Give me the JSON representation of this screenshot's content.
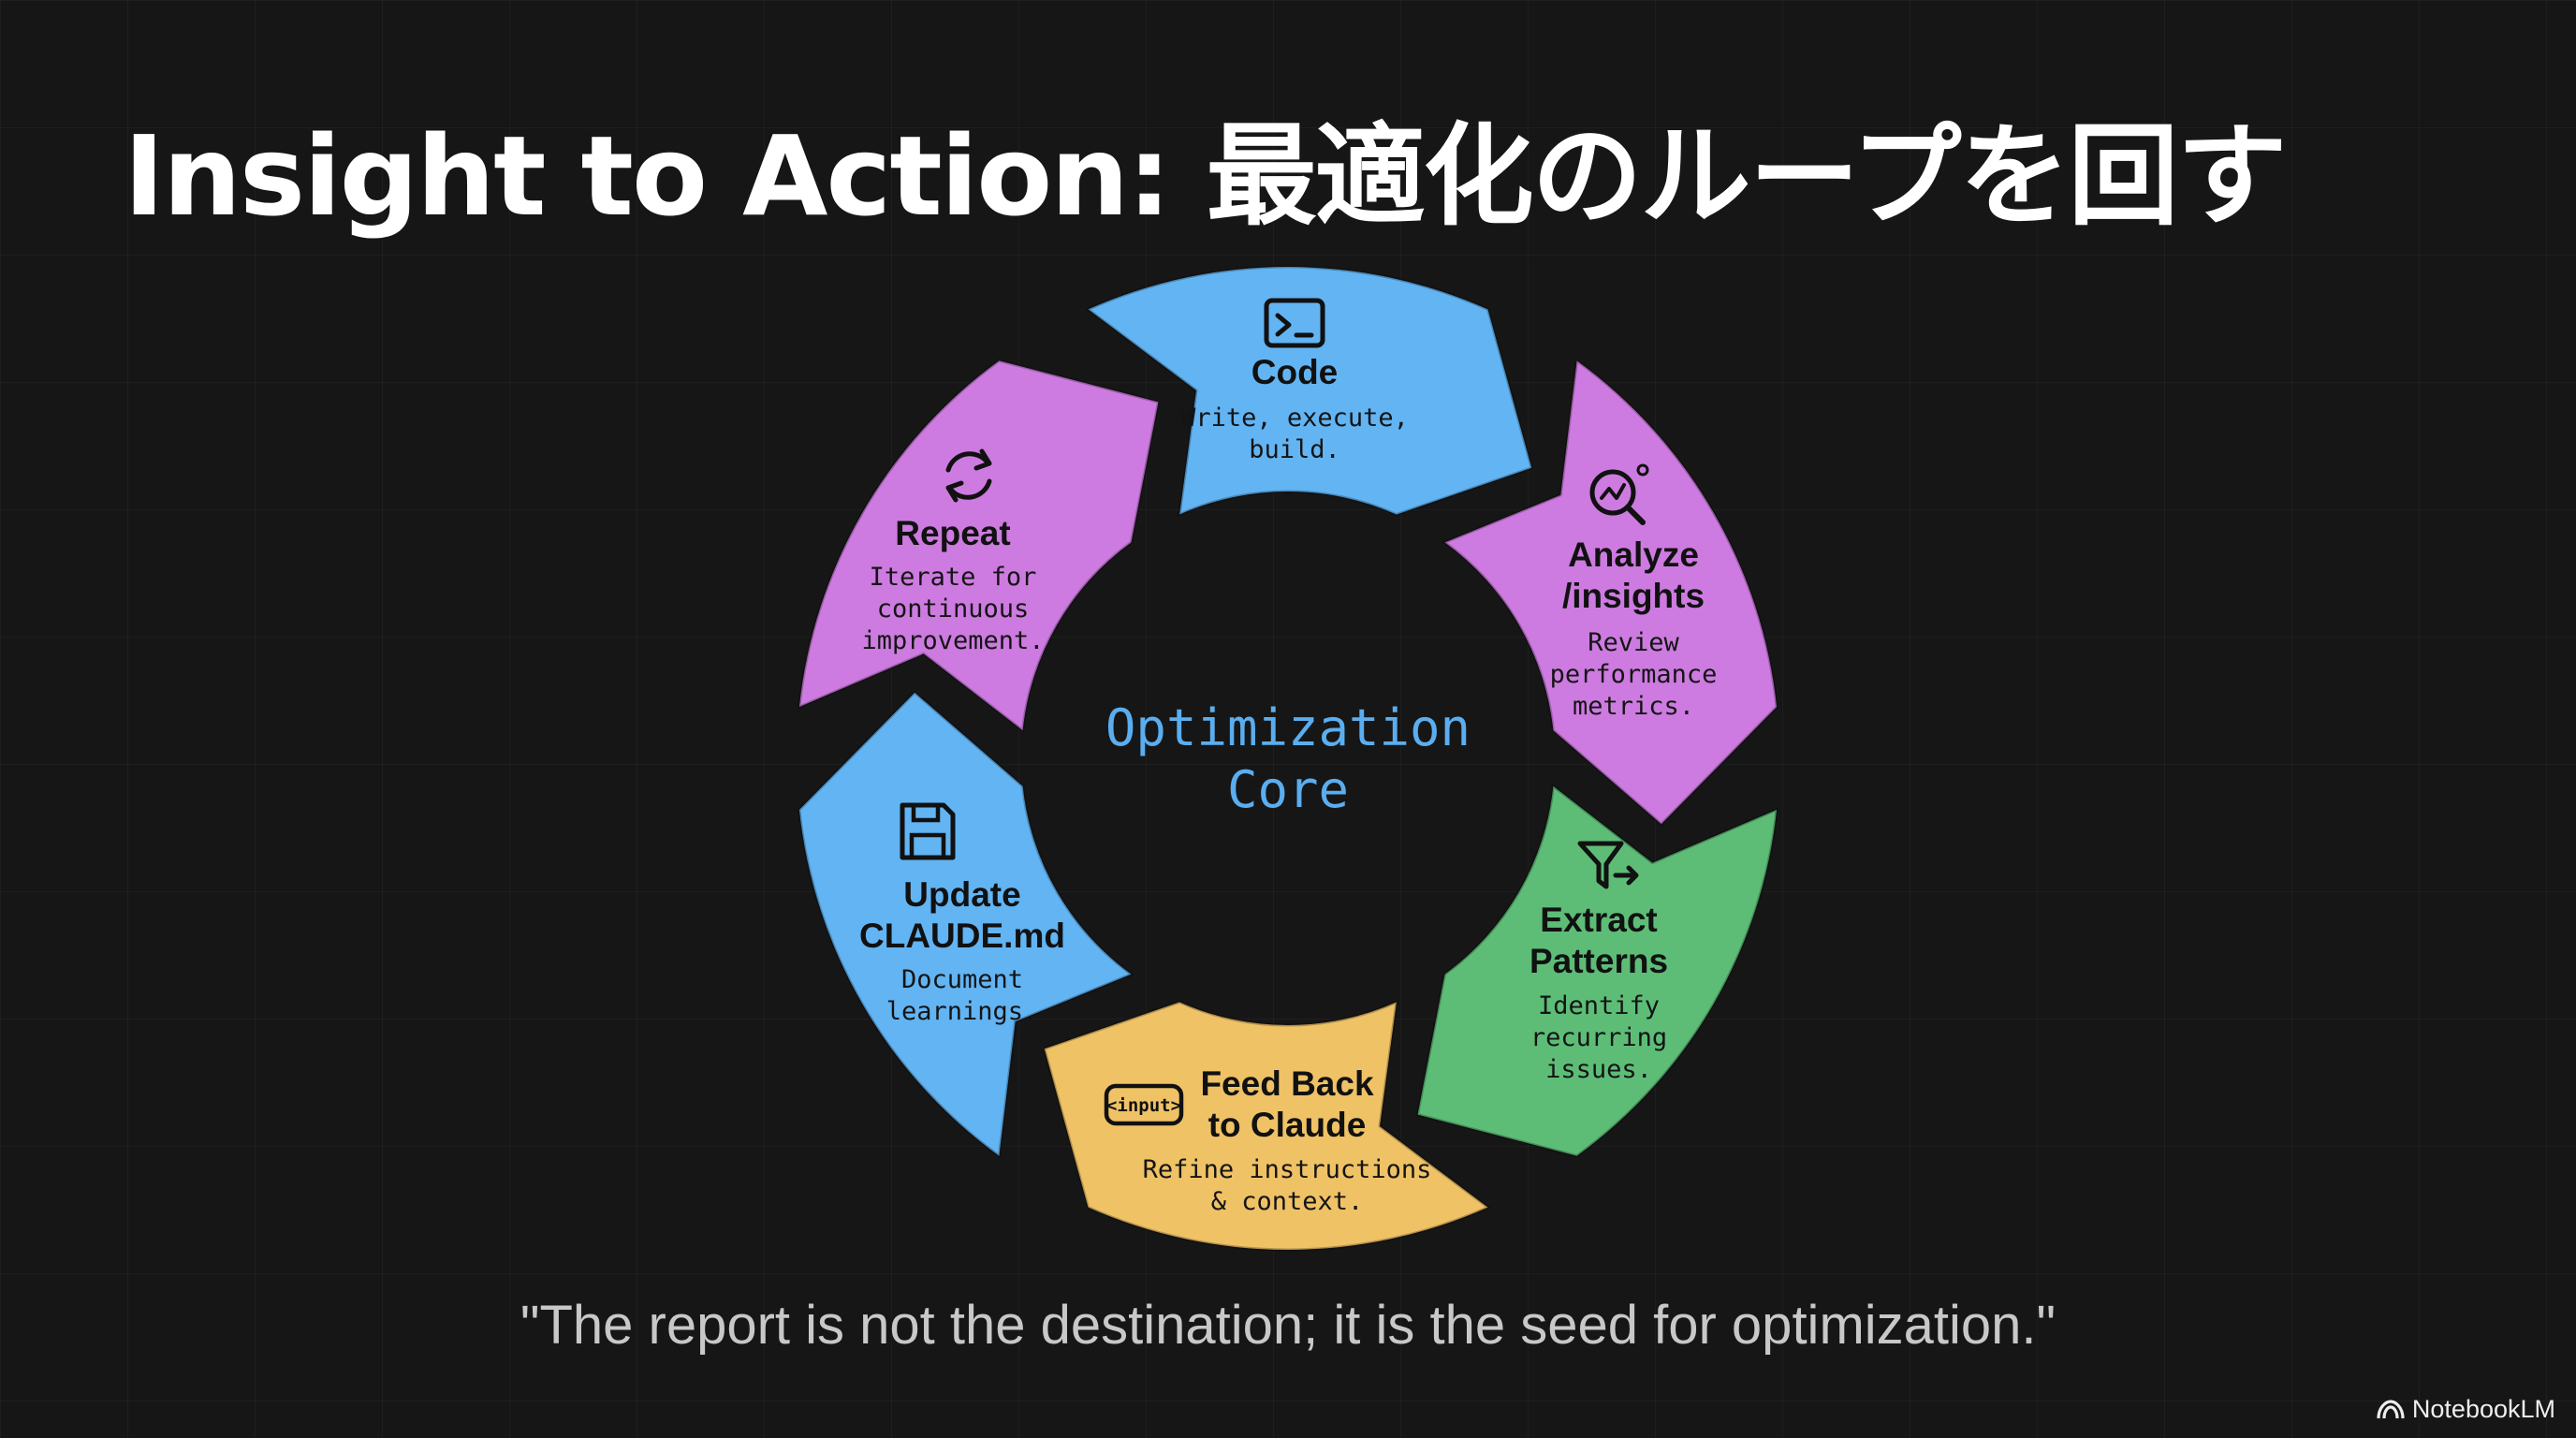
{
  "title": "Insight to Action: 最適化のループを回す",
  "center": {
    "line1": "Optimization",
    "line2": "Core"
  },
  "colors": {
    "blue": "#62b4f3",
    "purple": "#cd7be0",
    "green": "#5dbd77",
    "yellow": "#efc266",
    "core_text": "#5aaef0"
  },
  "segments": [
    {
      "id": "code",
      "icon": "terminal-icon",
      "color": "#62b4f3",
      "title": [
        "Code"
      ],
      "desc": [
        "Write, execute,",
        "build."
      ]
    },
    {
      "id": "analyze",
      "icon": "analytics-search-icon",
      "color": "#cd7be0",
      "title": [
        "Analyze",
        "/insights"
      ],
      "desc": [
        "Review",
        "performance",
        "metrics."
      ]
    },
    {
      "id": "extract",
      "icon": "filter-arrow-icon",
      "color": "#5dbd77",
      "title": [
        "Extract",
        "Patterns"
      ],
      "desc": [
        "Identify",
        "recurring",
        "issues."
      ]
    },
    {
      "id": "feedback",
      "icon": "input-tag-icon",
      "icon_label": "<input>",
      "color": "#efc266",
      "title": [
        "Feed Back",
        "to Claude"
      ],
      "desc": [
        "Refine instructions",
        "& context."
      ]
    },
    {
      "id": "update",
      "icon": "save-icon",
      "color": "#62b4f3",
      "title": [
        "Update",
        "CLAUDE.md"
      ],
      "desc": [
        "Document",
        "learnings."
      ]
    },
    {
      "id": "repeat",
      "icon": "refresh-icon",
      "color": "#cd7be0",
      "title": [
        "Repeat"
      ],
      "desc": [
        "Iterate for",
        "continuous",
        "improvement."
      ]
    }
  ],
  "quote": "\"The report is not the destination; it is the seed for optimization.\"",
  "brand": {
    "name": "NotebookLM",
    "icon": "notebooklm-logo-icon"
  }
}
